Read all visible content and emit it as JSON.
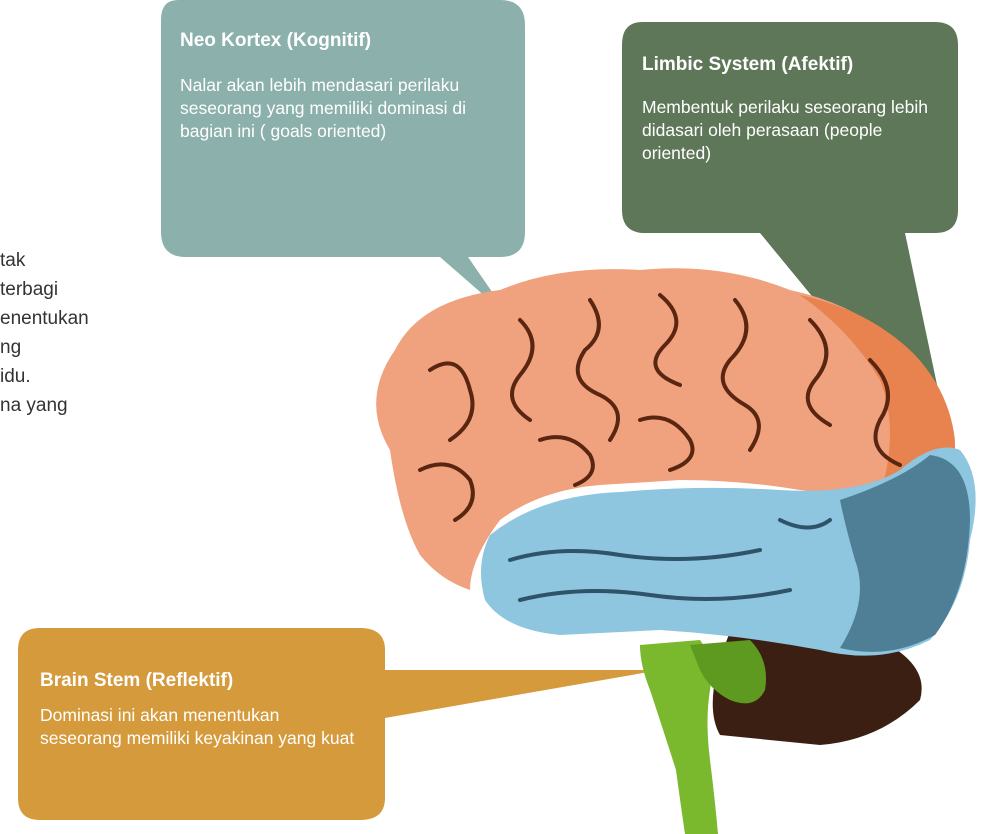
{
  "left_text": {
    "lines": [
      "tak",
      " terbagi",
      "enentukan",
      "ng",
      "idu.",
      "na yang"
    ]
  },
  "neo_kortex": {
    "title": "Neo Kortex (Kognitif)",
    "body": "Nalar akan lebih mendasari perilaku seseorang yang memiliki dominasi di bagian ini ( goals oriented)",
    "color": "#8cb0ab"
  },
  "limbic_system": {
    "title": "Limbic System (Afektif)",
    "body": "Membentuk perilaku seseorang lebih didasari oleh perasaan (people oriented)",
    "color": "#5e7758"
  },
  "brain_stem": {
    "title": "Brain Stem (Reflektif)",
    "body": "Dominasi ini akan menentukan seseorang memiliki keyakinan yang kuat",
    "color": "#d59a3c"
  },
  "brain_colors": {
    "cortex": "#f0a27e",
    "cortex_shadow": "#e8834f",
    "limbic": "#8ec5df",
    "limbic_dark": "#4f7f97",
    "stem": "#7ab82e",
    "cerebellum": "#3a1f12"
  }
}
